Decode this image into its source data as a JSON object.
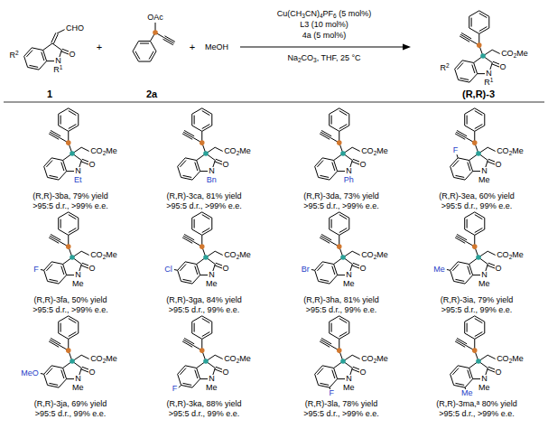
{
  "diagram": {
    "labels": [
      "R2",
      "CHO",
      "O",
      "N",
      "R1",
      "1",
      "+",
      "OAc",
      "2a",
      "+",
      "MeOH",
      "Cu(CH3CN)4PF6 (5 mol%)",
      "L3 (10 mol%)",
      "4a (5 mol%)",
      "Na2CO3, THF, 25 °C",
      "R2",
      "CO2Me",
      "O",
      "N",
      "R1",
      "(R,R)-3",
      "CO2Me",
      "O",
      "N",
      "Et",
      "(R,R)-3ba, 79% yield",
      ">95:5 d.r., >99% e.e.",
      "CO2Me",
      "O",
      "N",
      "Bn",
      "(R,R)-3ca, 81% yield",
      ">95:5 d.r., >99% e.e.",
      "CO2Me",
      "O",
      "N",
      "Ph",
      "(R,R)-3da, 73% yield",
      ">95:5 d.r., >99% e.e.",
      "F",
      "CO2Me",
      "O",
      "N",
      "Me",
      "(R,R)-3ea, 60% yield",
      ">95:5 d.r., 99% e.e.",
      "F",
      "CO2Me",
      "O",
      "N",
      "Me",
      "(R,R)-3fa, 50% yield",
      ">95:5 d.r., >99% e.e.",
      "Cl",
      "CO2Me",
      "O",
      "N",
      "Me",
      "(R,R)-3ga, 84% yield",
      ">95:5 d.r., 99% e.e.",
      "Br",
      "CO2Me",
      "O",
      "N",
      "Me",
      "(R,R)-3ha, 81% yield",
      ">95:5 d.r., 99% e.e.",
      "Me",
      "CO2Me",
      "O",
      "N",
      "Me",
      "(R,R)-3ia, 79% yield",
      ">95:5 d.r., 99% e.e.",
      "MeO",
      "CO2Me",
      "O",
      "N",
      "Me",
      "(R,R)-3ja, 69% yield",
      ">95:5 d.r., 99% e.e.",
      "F",
      "CO2Me",
      "O",
      "N",
      "Me",
      "(R,R)-3ka, 88% yield",
      ">95:5 d.r., 99% e.e.",
      "F",
      "CO2Me",
      "O",
      "N",
      "Me",
      "(R,R)-3la, 78% yield",
      ">95:5 d.r., >99% e.e.",
      "Me",
      "CO2Me",
      "O",
      "N",
      "Me",
      "(R,R)-3ma,ᵃ 80% yield",
      ">95:5 d.r., >99% e.e."
    ]
  }
}
